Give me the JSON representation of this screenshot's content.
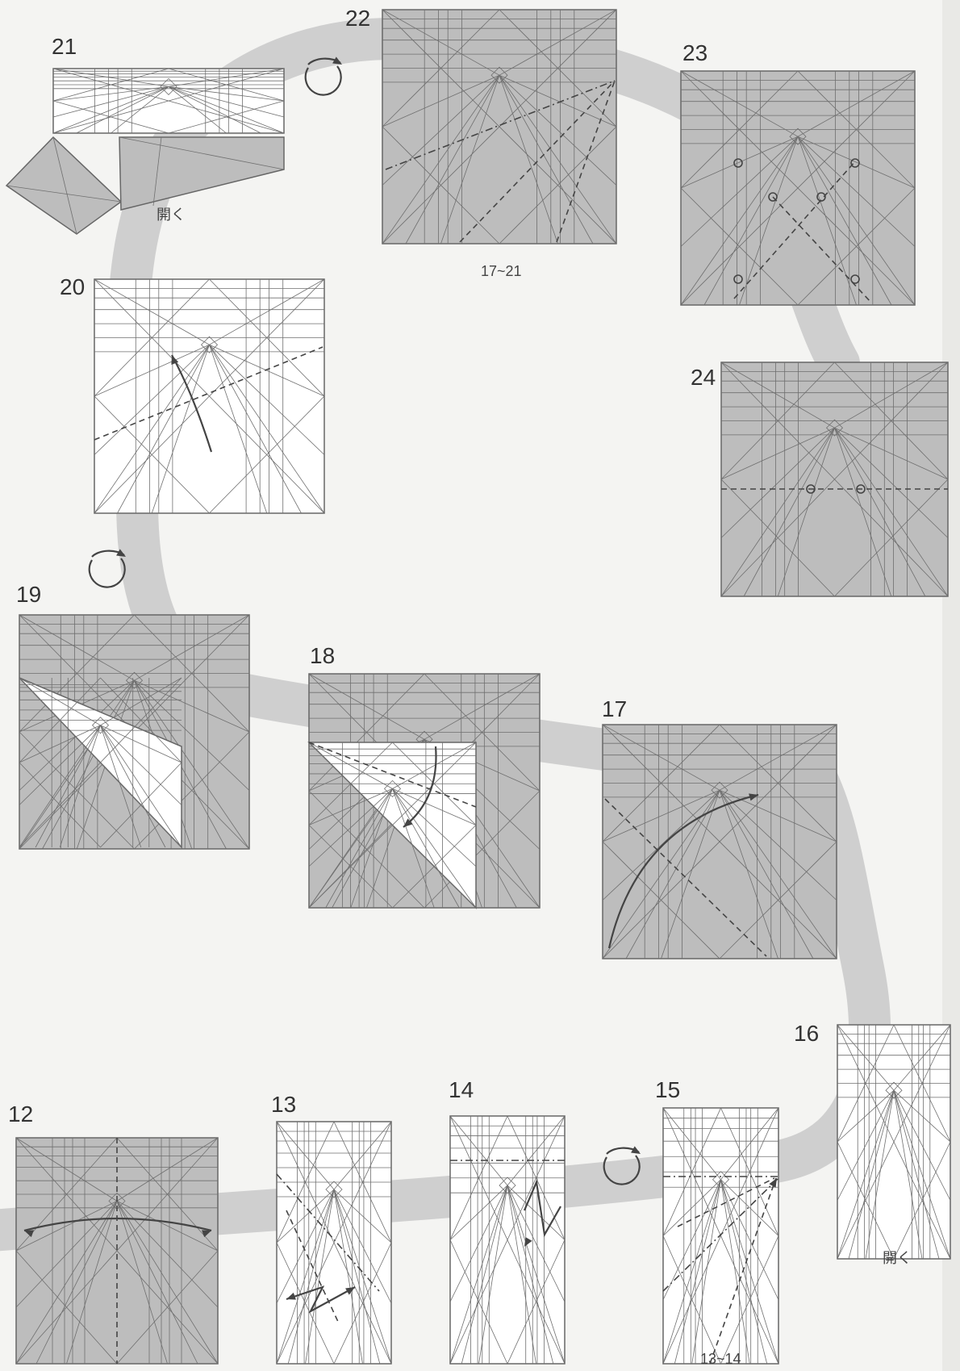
{
  "steps": [
    {
      "number": "12"
    },
    {
      "number": "13"
    },
    {
      "number": "14"
    },
    {
      "number": "15",
      "ref": "13~14"
    },
    {
      "number": "16",
      "note": "開く"
    },
    {
      "number": "17"
    },
    {
      "number": "18"
    },
    {
      "number": "19"
    },
    {
      "number": "20"
    },
    {
      "number": "21",
      "note": "開く"
    },
    {
      "number": "22",
      "ref": "17~21"
    },
    {
      "number": "23"
    },
    {
      "number": "24"
    }
  ],
  "colors": {
    "paper_colored": "#bdbdbd",
    "paper_white": "#ffffff",
    "flow_band": "#cfcfcf",
    "line": "#444444"
  },
  "icons": [
    "turn-over-icon",
    "fold-arrow-icon",
    "valley-fold-line",
    "mountain-fold-line",
    "reference-point-icon"
  ]
}
